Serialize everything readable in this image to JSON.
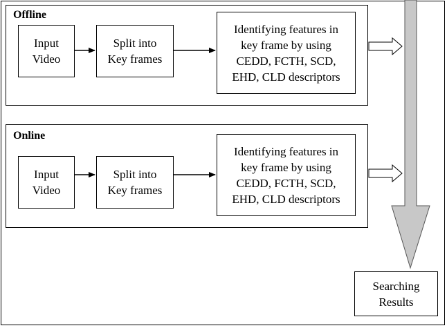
{
  "offline": {
    "title": "Offline",
    "input": [
      "Input",
      "Video"
    ],
    "split": [
      "Split into",
      "Key frames"
    ],
    "features": [
      "Identifying features in",
      "key frame by using",
      "CEDD, FCTH, SCD,",
      "EHD, CLD descriptors"
    ]
  },
  "online": {
    "title": "Online",
    "input": [
      "Input",
      "Video"
    ],
    "split": [
      "Split into",
      "Key frames"
    ],
    "features": [
      "Identifying features in",
      "key frame by using",
      "CEDD, FCTH, SCD,",
      "EHD, CLD descriptors"
    ]
  },
  "result": [
    "Searching",
    "Results"
  ],
  "colors": {
    "big_arrow_fill": "#c8c8c8",
    "stroke": "#000000"
  }
}
